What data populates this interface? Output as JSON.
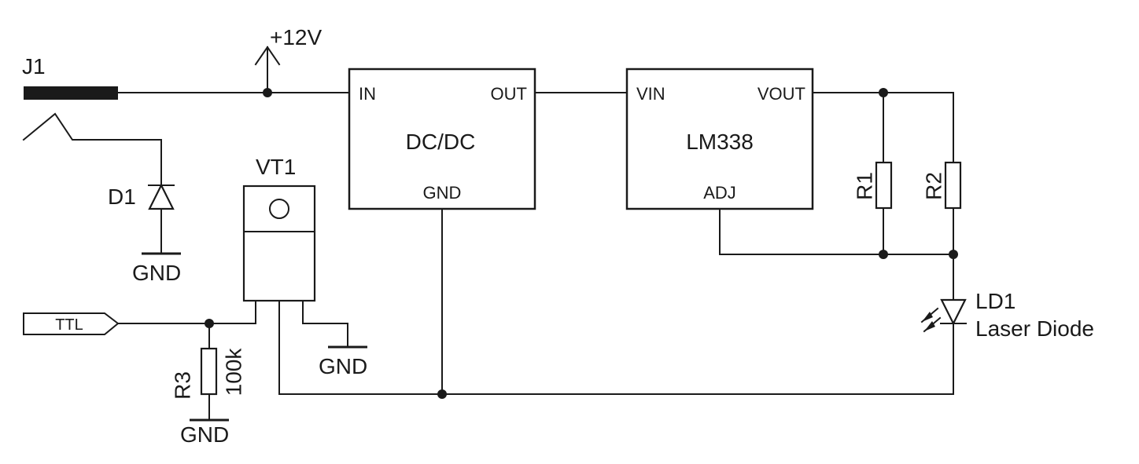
{
  "labels": {
    "j1": "J1",
    "vplus": "+12V",
    "d1": "D1",
    "vt1": "VT1",
    "ttl": "TTL",
    "r3": "R3",
    "r3_value": "100k",
    "r1": "R1",
    "r2": "R2",
    "ld1": "LD1",
    "ld1_desc": "Laser Diode",
    "gnd": "GND"
  },
  "dcdc": {
    "title": "DC/DC",
    "pin_in": "IN",
    "pin_out": "OUT",
    "pin_gnd": "GND"
  },
  "lm338": {
    "title": "LM338",
    "pin_vin": "VIN",
    "pin_vout": "VOUT",
    "pin_adj": "ADJ"
  }
}
